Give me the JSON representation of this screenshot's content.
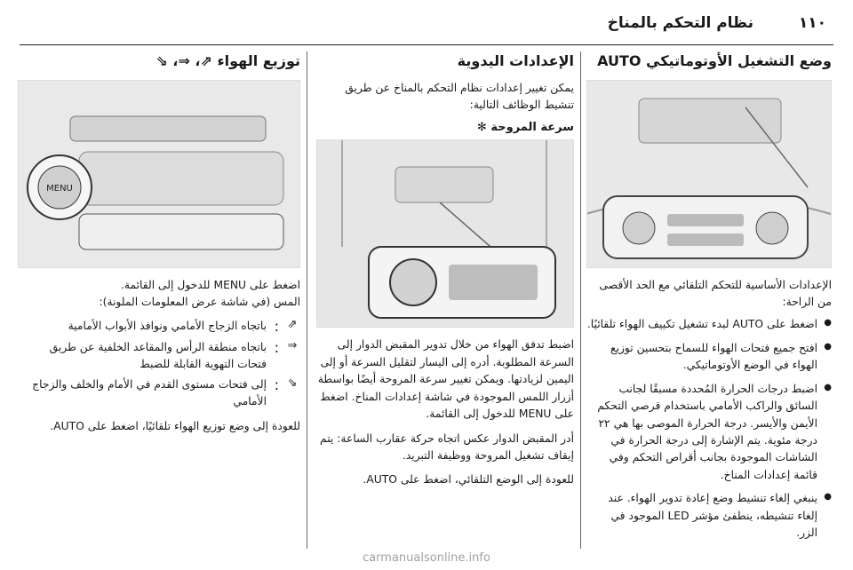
{
  "header": {
    "page_number": "١١٠",
    "title": "نظام التحكم بالمناخ"
  },
  "col_right": {
    "heading": "وضع التشغيل الأوتوماتيكي AUTO",
    "intro": "الإعدادات الأساسية للتحكم التلقائي مع الحد الأقصى من الراحة:",
    "bullets": [
      "اضغط على AUTO لبدء تشغيل تكييف الهواء تلقائيًا.",
      "افتح جميع فتحات الهواء للسماح بتحسين توزيع الهواء في الوضع الأوتوماتيكي.",
      "اضبط درجات الحرارة المُحددة مسبقًا لجانب السائق والراكب الأمامي باستخدام قرصي التحكم الأيمن والأيسر. درجة الحرارة الموصى بها هي ٢٢ درجة مئوية. يتم الإشارة إلى درجة الحرارة في الشاشات الموجودة بجانب أقراص التحكم وفي قائمة إعدادات المناخ.",
      "ينبغي إلغاء تنشيط وضع إعادة تدوير الهواء. عند إلغاء تنشيطه، ينطفئ مؤشر LED الموجود في الزر."
    ]
  },
  "col_mid": {
    "heading": "الإعدادات اليدوية",
    "intro": "يمكن تغيير إعدادات نظام التحكم بالمناخ عن طريق تنشيط الوظائف التالية:",
    "subheading": "سرعة المروحة",
    "body": "اضبط تدفق الهواء من خلال تدوير المقبض الدوار إلى السرعة المطلوبة. أدره إلى اليسار لتقليل السرعة أو إلى اليمين لزيادتها. ويمكن تغيير سرعة المروحة أيضًا بواسطة أزرار اللمس الموجودة في شاشة إعدادات المناخ. اضغط على MENU للدخول إلى القائمة.",
    "body2": "أدر المقبض الدوار عكس اتجاه حركة عقارب الساعة: يتم إيقاف تشغيل المروحة ووظيفة التبريد.",
    "body3": "للعودة إلى الوضع التلقائي، اضغط على AUTO."
  },
  "col_left": {
    "heading": "توزيع الهواء",
    "intro": "اضغط على MENU للدخول إلى القائمة.",
    "subintro": "المس (في شاشة عرض المعلومات الملونة):",
    "modes": [
      {
        "icon": "⇗",
        "text": "باتجاه الزجاج الأمامي ونوافذ الأبواب الأمامية"
      },
      {
        "icon": "⇒",
        "text": "باتجاه منطقة الرأس والمقاعد الخلفية عن طريق فتحات التهوية القابلة للضبط"
      },
      {
        "icon": "⇘",
        "text": "إلى فتحات مستوى القدم في الأمام والخلف والزجاج الأمامي"
      }
    ],
    "outro": "للعودة إلى وضع توزيع الهواء تلقائيًا، اضغط على AUTO."
  },
  "footer": {
    "watermark": "carmanualsonline.info"
  }
}
